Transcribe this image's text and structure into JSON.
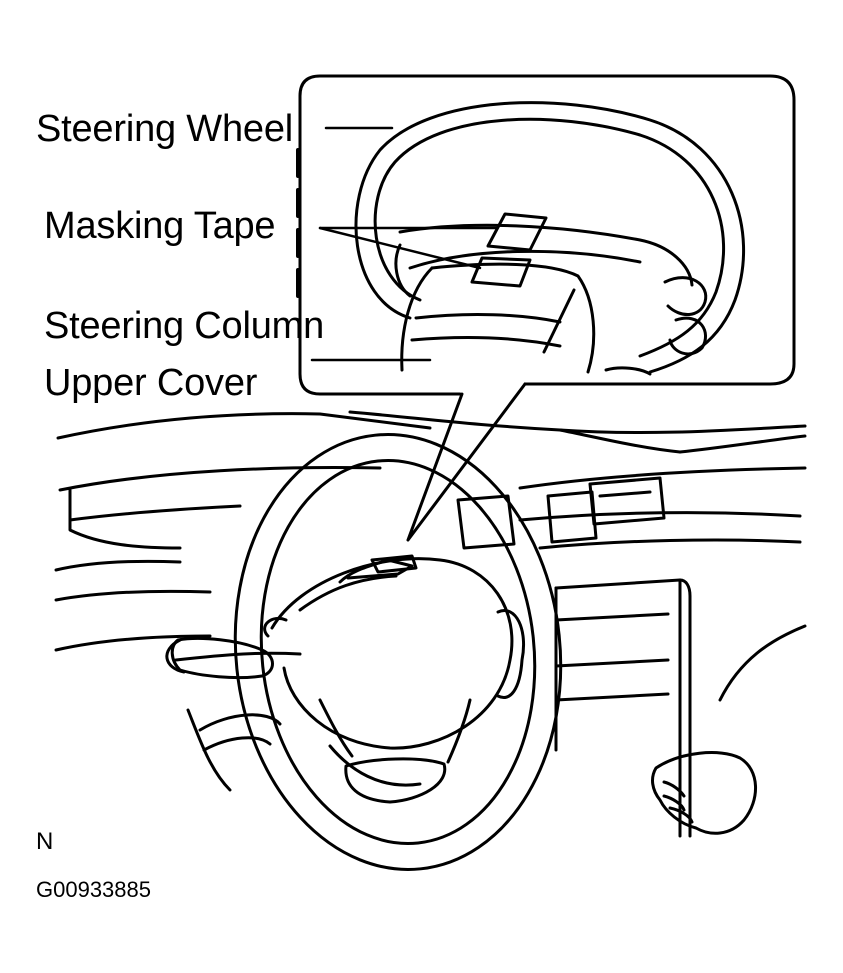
{
  "labels": {
    "steering_wheel": "Steering Wheel",
    "masking_tape": "Masking Tape",
    "column_cover_line1": "Steering Column",
    "column_cover_line2": "Upper Cover"
  },
  "marker": "N",
  "figure_code": "G00933885"
}
